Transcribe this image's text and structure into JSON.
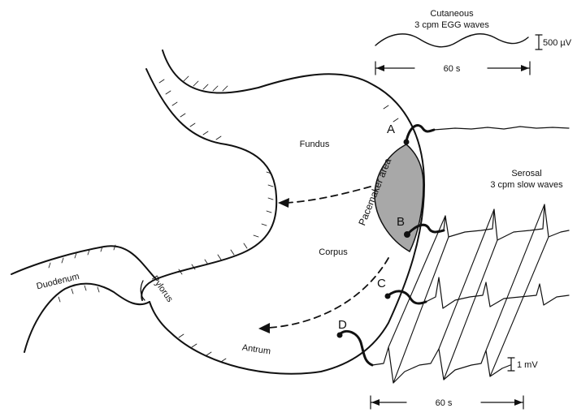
{
  "egg": {
    "title_line1": "Cutaneous",
    "title_line2": "3 cpm EGG waves",
    "scale": "500 µV",
    "time": "60 s"
  },
  "serosal": {
    "title_line1": "Serosal",
    "title_line2": "3 cpm slow waves",
    "scale": "1 mV",
    "time": "60 s"
  },
  "regions": {
    "fundus": "Fundus",
    "corpus": "Corpus",
    "antrum": "Antrum",
    "pylorus": "Pylorus",
    "duodenum": "Duodenum",
    "pacemaker": "Pacemaker area"
  },
  "electrodes": {
    "a": "A",
    "b": "B",
    "c": "C",
    "d": "D"
  },
  "colors": {
    "ink": "#111111",
    "pacemaker_fill": "#a8a8a8"
  }
}
